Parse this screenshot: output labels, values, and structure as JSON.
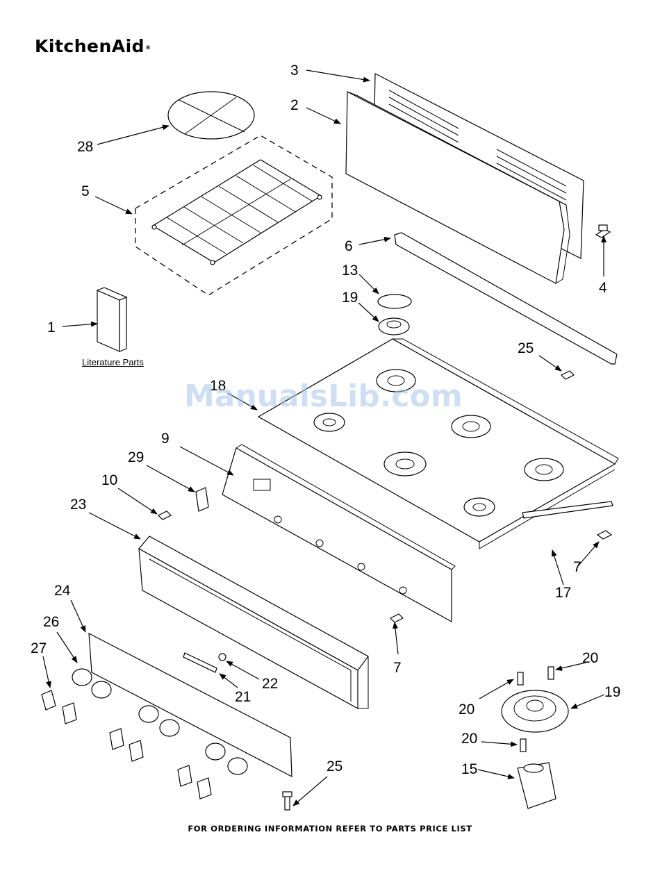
{
  "brand": {
    "name": "KitchenAid",
    "mark": "®"
  },
  "watermark": "ManualsLib.com",
  "literature_label": "Literature Parts",
  "footer": "FOR ORDERING INFORMATION REFER TO PARTS PRICE LIST",
  "callouts": {
    "c1": "1",
    "c2": "2",
    "c3": "3",
    "c4": "4",
    "c5": "5",
    "c6": "6",
    "c7a": "7",
    "c7b": "7",
    "c9": "9",
    "c10": "10",
    "c13": "13",
    "c15": "15",
    "c17": "17",
    "c18": "18",
    "c19a": "19",
    "c19b": "19",
    "c20a": "20",
    "c20b": "20",
    "c20c": "20",
    "c21": "21",
    "c22": "22",
    "c23": "23",
    "c24": "24",
    "c25a": "25",
    "c25b": "25",
    "c26": "26",
    "c27": "27",
    "c28": "28",
    "c29": "29"
  }
}
